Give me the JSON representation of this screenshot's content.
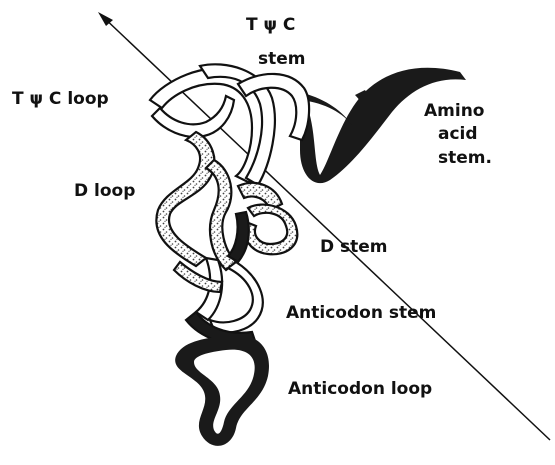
{
  "labels": {
    "tpsic_stem_line1": "T ψ C",
    "tpsic_stem_line2": "stem",
    "tpsic_loop": "T ψ C loop",
    "amino_line1": "Amino",
    "amino_line2": "acid",
    "amino_line3": "stem.",
    "d_loop": "D loop",
    "d_stem": "D stem",
    "anticodon_stem": "Anticodon stem",
    "anticodon_loop": "Anticodon loop"
  },
  "colors": {
    "ink": "#111111",
    "background": "#ffffff",
    "ribbon_dark": "#1a1a1a",
    "ribbon_light": "#ffffff",
    "stipple": "#555555"
  }
}
